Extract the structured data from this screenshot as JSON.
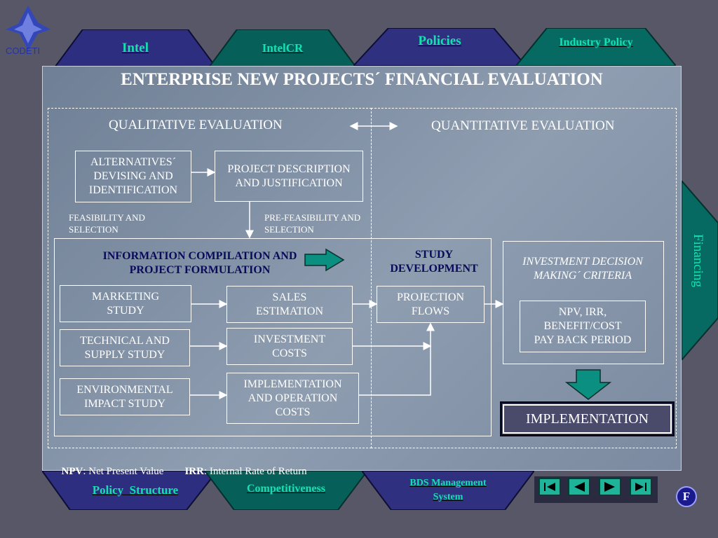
{
  "logo": {
    "text": "CODETI"
  },
  "top_tabs": {
    "intel": "Intel",
    "intelcr": "IntelCR",
    "policies": "Policies",
    "industry_policy": "Industry Policy"
  },
  "bottom_tabs": {
    "policy_structure": "Policy  Structure",
    "competitiveness": "Competitiveness",
    "bds_line1": "BDS Management",
    "bds_line2": "System"
  },
  "side_tab": {
    "label": "Financing"
  },
  "title": "ENTERPRISE NEW PROJECTS´ FINANCIAL EVALUATION",
  "sections": {
    "qualitative": "QUALITATIVE EVALUATION",
    "quantitative": "QUANTITATIVE EVALUATION"
  },
  "boxes": {
    "alternatives": "ALTERNATIVES´ DEVISING AND IDENTIFICATION",
    "project_description": "PROJECT DESCRIPTION  AND JUSTIFICATION",
    "feasibility": "FEASIBILITY AND SELECTION",
    "prefeasibility": "PRE-FEASIBILITY AND SELECTION",
    "info_compilation": "INFORMATION COMPILATION AND PROJECT FORMULATION",
    "study_development": "STUDY DEVELOPMENT",
    "marketing": "MARKETING STUDY",
    "sales": "SALES ESTIMATION",
    "projection": "PROJECTION FLOWS",
    "technical": "TECHNICAL AND SUPPLY STUDY",
    "investment": "INVESTMENT COSTS",
    "environmental": "ENVIRONMENTAL IMPACT STUDY",
    "implementation_costs": "IMPLEMENTATION AND OPERATION COSTS",
    "decision_criteria": "INVESTMENT DECISION MAKING´ CRITERIA",
    "npv_line1": "NPV, IRR,",
    "npv_line2": "BENEFIT/COST",
    "npv_line3": "PAY BACK PERIOD",
    "implementation": "IMPLEMENTATION"
  },
  "footnote": {
    "npv_abbr": "NPV",
    "npv_text": ": Net Present Value",
    "irr_abbr": "IRR",
    "irr_text": ": Internal Rate of Return"
  },
  "nav": {
    "f_button": "F"
  },
  "colors": {
    "tab_link": "#14e0b0",
    "tab_link_dark": "#0fd0a8",
    "navy_text": "#0a0a5a",
    "panel_border": "#c8d0dc",
    "teal": "#0a8f80"
  }
}
